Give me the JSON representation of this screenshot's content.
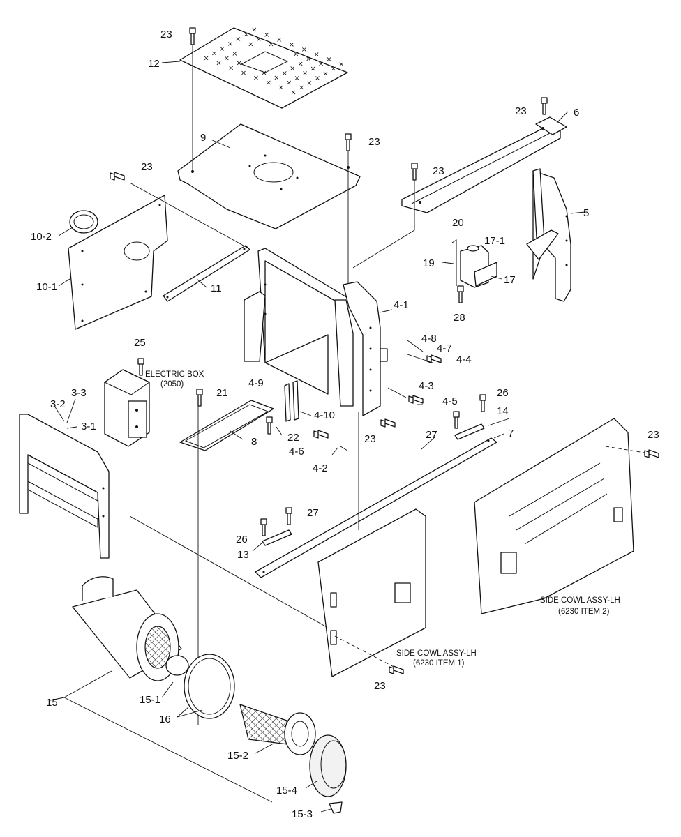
{
  "part_labels": {
    "p23": "23",
    "p12": "12",
    "p9": "9",
    "p6": "6",
    "p5": "5",
    "p10_2": "10-2",
    "p10_1": "10-1",
    "p11": "11",
    "p20": "20",
    "p17_1": "17-1",
    "p19": "19",
    "p17": "17",
    "p28": "28",
    "p4_1": "4-1",
    "p4_8": "4-8",
    "p4_7": "4-7",
    "p4_4": "4-4",
    "p4_3": "4-3",
    "p4_5": "4-5",
    "p4_9": "4-9",
    "p4_10": "4-10",
    "p4_6": "4-6",
    "p4_2": "4-2",
    "p25": "25",
    "p21": "21",
    "p22": "22",
    "p8": "8",
    "p3_3": "3-3",
    "p3_2": "3-2",
    "p3_1": "3-1",
    "p26": "26",
    "p14": "14",
    "p27": "27",
    "p7": "7",
    "p13": "13",
    "p15": "15",
    "p15_1": "15-1",
    "p16": "16",
    "p15_2": "15-2",
    "p15_4": "15-4",
    "p15_3": "15-3"
  },
  "notes": {
    "electric_box_name": "ELECTRIC BOX",
    "electric_box_ref": "(2050)",
    "side_cowl_rh_name": "SIDE COWL ASSY-LH",
    "side_cowl_rh_ref": "(6230 ITEM 2)",
    "side_cowl_lh_name": "SIDE COWL ASSY-LH",
    "side_cowl_lh_ref": "(6230 ITEM 1)"
  }
}
